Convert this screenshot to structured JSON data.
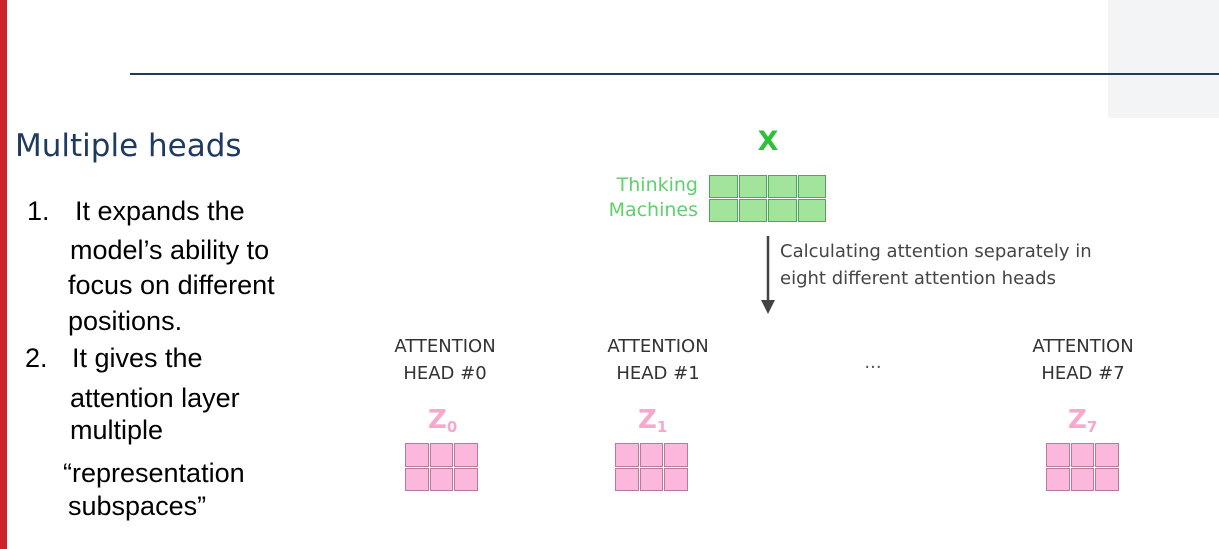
{
  "slide": {
    "title": "Multiple heads",
    "points": [
      {
        "number": "1.",
        "lines": [
          "It expands the",
          "model’s ability to",
          "focus on different",
          "positions."
        ]
      },
      {
        "number": "2.",
        "lines": [
          "It gives the",
          "attention layer",
          "multiple",
          "“representation",
          "subspaces”"
        ]
      }
    ]
  },
  "diagram": {
    "input_symbol": "X",
    "input_words": [
      "Thinking",
      "Machines"
    ],
    "caption_lines": [
      "Calculating attention separately in",
      "eight different attention heads"
    ],
    "heads": [
      {
        "label_lines": [
          "ATTENTION",
          "HEAD #0"
        ],
        "z": "Z",
        "sub": "0"
      },
      {
        "label_lines": [
          "ATTENTION",
          "HEAD #1"
        ],
        "z": "Z",
        "sub": "1"
      },
      {
        "label_lines": [
          "ATTENTION",
          "HEAD #7"
        ],
        "z": "Z",
        "sub": "7"
      }
    ],
    "ellipsis": "...",
    "colors": {
      "input_fill": "#a2e49c",
      "input_border": "#4aa85a",
      "output_fill": "#fbb7dc",
      "output_border": "#b77a9a",
      "accent": "#cc2229",
      "title": "#1f3a5f"
    }
  }
}
